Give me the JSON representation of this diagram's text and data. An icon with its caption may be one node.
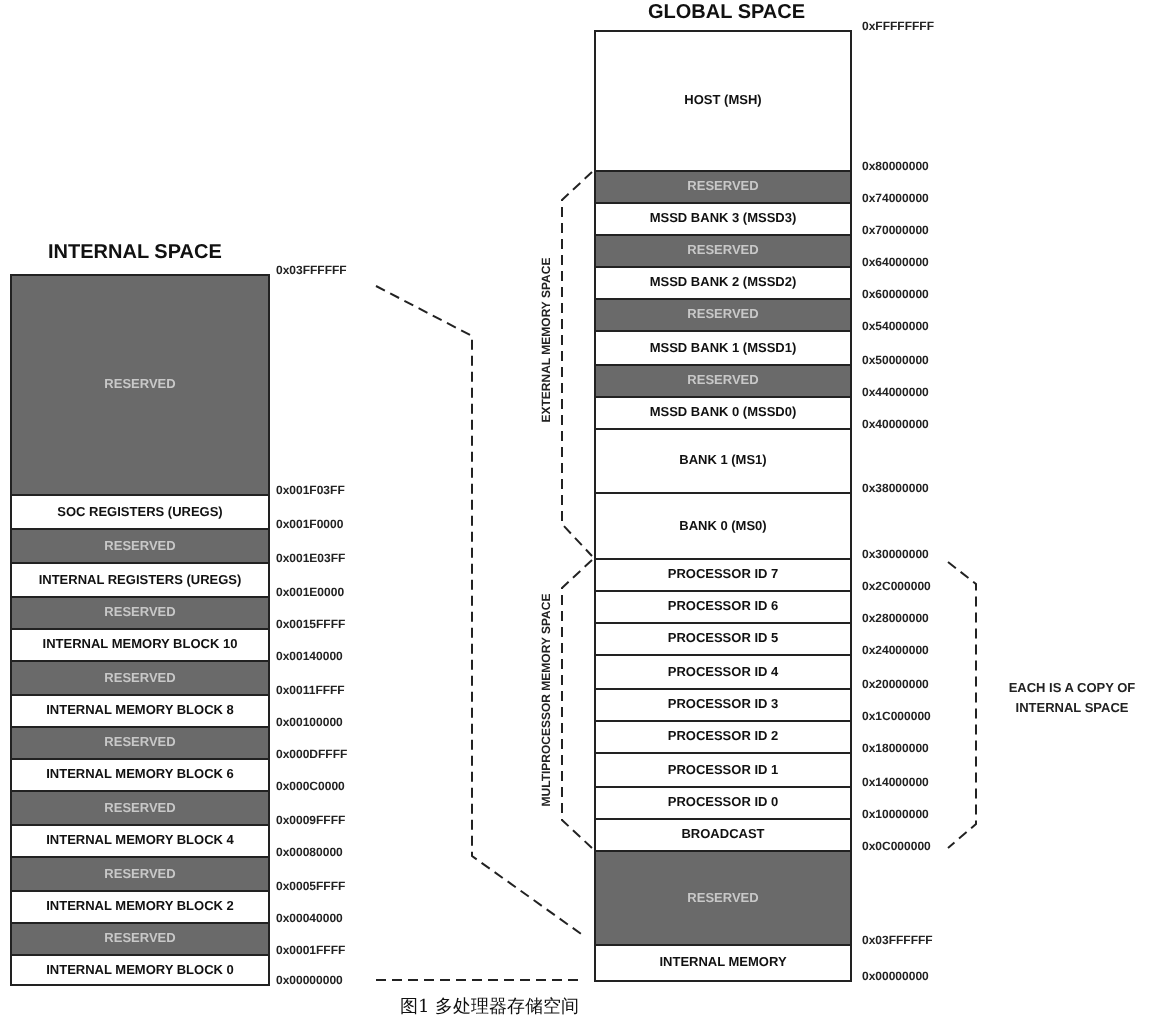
{
  "diagram": {
    "caption": "图1 多处理器存储空间",
    "nodes": [
      {
        "text": [
          "RESERVED"
        ]
      },
      {
        "text": [
          "SOC REGISTERS (UREGS)"
        ]
      },
      {
        "text": [
          "RESERVED"
        ]
      },
      {
        "text": [
          "INTERNAL REGISTERS (UREGS)"
        ]
      },
      {
        "text": [
          "RESERVED"
        ]
      },
      {
        "text": [
          "INTERNAL MEMORY BLOCK 10"
        ]
      },
      {
        "text": [
          "RESERVED"
        ]
      },
      {
        "text": [
          "INTERNAL MEMORY BLOCK 8"
        ]
      },
      {
        "text": [
          "RESERVED"
        ]
      },
      {
        "text": [
          "INTERNAL MEMORY BLOCK 6"
        ]
      },
      {
        "text": [
          "RESERVED"
        ]
      },
      {
        "text": [
          "INTERNAL MEMORY BLOCK 4"
        ]
      },
      {
        "text": [
          "RESERVED"
        ]
      },
      {
        "text": [
          "INTERNAL MEMORY BLOCK 2"
        ]
      },
      {
        "text": [
          "RESERVED"
        ]
      },
      {
        "text": [
          "INTERNAL MEMORY BLOCK 0"
        ]
      },
      {
        "text": [
          "HOST (MSH)"
        ]
      },
      {
        "text": [
          "RESERVED"
        ]
      },
      {
        "text": [
          "MSSD BANK 3 (MSSD3)"
        ]
      },
      {
        "text": [
          "RESERVED"
        ]
      },
      {
        "text": [
          "MSSD BANK 2 (MSSD2)"
        ]
      },
      {
        "text": [
          "RESERVED"
        ]
      },
      {
        "text": [
          "MSSD BANK 1 (MSSD1)"
        ]
      },
      {
        "text": [
          "RESERVED"
        ]
      },
      {
        "text": [
          "MSSD BANK 0 (MSSD0)"
        ]
      },
      {
        "text": [
          "BANK 1 (MS1)"
        ]
      },
      {
        "text": [
          "BANK 0 (MS0)"
        ]
      },
      {
        "text": [
          "PROCESSOR ID 7"
        ]
      },
      {
        "text": [
          "PROCESSOR ID 6"
        ]
      },
      {
        "text": [
          "PROCESSOR ID 5"
        ]
      },
      {
        "text": [
          "PROCESSOR ID 4"
        ]
      },
      {
        "text": [
          "PROCESSOR ID 3"
        ]
      },
      {
        "text": [
          "PROCESSOR ID 2"
        ]
      },
      {
        "text": [
          "PROCESSOR ID 1"
        ]
      },
      {
        "text": [
          "PROCESSOR ID 0"
        ]
      },
      {
        "text": [
          "BROADCAST"
        ]
      },
      {
        "text": [
          "RESERVED"
        ]
      },
      {
        "text": [
          "INTERNAL MEMORY"
        ]
      }
    ],
    "labels": [
      "GLOBAL SPACE",
      "0xFFFFFFFF",
      "0x80000000",
      "0x74000000",
      "0x70000000",
      "0x64000000",
      "0x60000000",
      "0x54000000",
      "0x50000000",
      "0x44000000",
      "0x40000000",
      "0x38000000",
      "0x30000000",
      "0x2C000000",
      "0x28000000",
      "0x24000000",
      "0x20000000",
      "0x1C000000",
      "0x18000000",
      "0x14000000",
      "0x10000000",
      "0x0C000000",
      "0x03FFFFFF",
      "0x00000000",
      "EXTERNAL MEMORY SPACE",
      "MULTIPROCESSOR MEMORY SPACE",
      "EACH IS A COPY OF INTERNAL SPACE",
      "INTERNAL SPACE",
      "0x03FFFFFF",
      "0x001F03FF",
      "0x001F0000",
      "0x001E03FF",
      "0x001E0000",
      "0x0015FFFF",
      "0x00140000",
      "0x0011FFFF",
      "0x00100000",
      "0x000DFFFF",
      "0x000C0000",
      "0x0009FFFF",
      "0x00080000",
      "0x0005FFFF",
      "0x00040000",
      "0x0001FFFF",
      "0x00000000"
    ]
  }
}
